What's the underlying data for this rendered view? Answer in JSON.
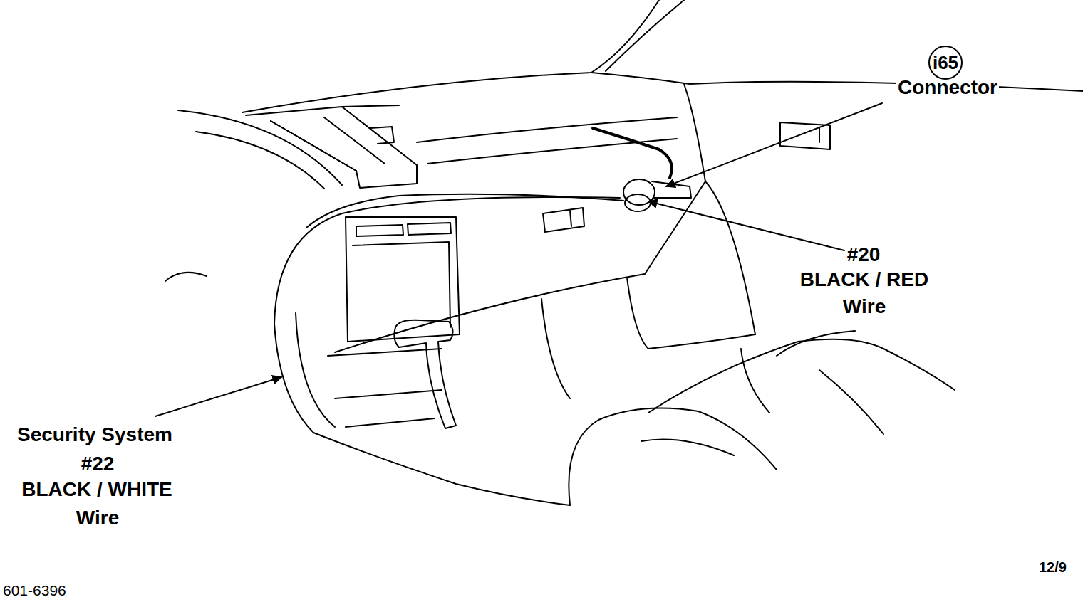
{
  "diagram": {
    "nodes": [
      {
        "text": [
          "i65"
        ]
      }
    ],
    "labels": [
      "Connector",
      "#20",
      "BLACK / RED",
      "Wire",
      "Security System",
      "#22",
      "BLACK / WHITE",
      "Wire",
      "601-6396",
      "12/9"
    ]
  }
}
